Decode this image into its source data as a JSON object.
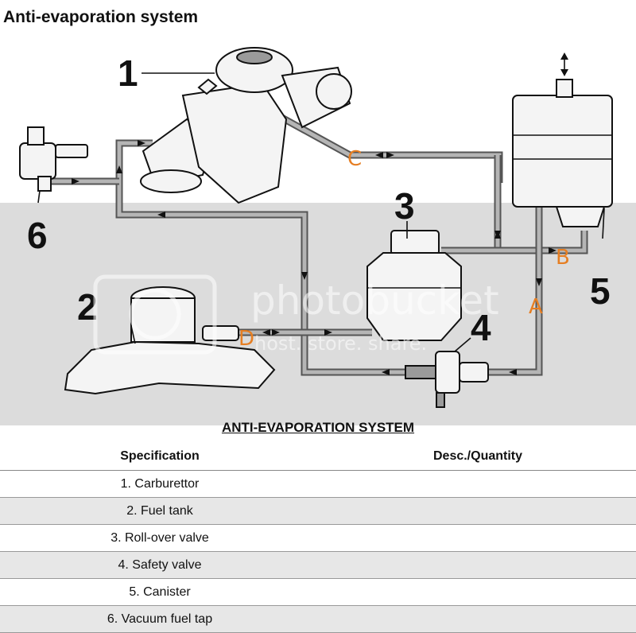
{
  "page_title": "Anti-evaporation system",
  "diagram": {
    "numbers": [
      "1",
      "2",
      "3",
      "4",
      "5",
      "6"
    ],
    "letters": [
      "A",
      "B",
      "C",
      "D"
    ],
    "watermark": [
      "photobucket",
      "host. store. share."
    ],
    "colors": {
      "pipe": "#555555",
      "letters": "#e67e22",
      "band": "#dcdcdc"
    }
  },
  "table": {
    "caption": "ANTI-EVAPORATION SYSTEM",
    "headers": [
      "Specification",
      "Desc./Quantity"
    ],
    "rows": [
      [
        "1. Carburettor",
        ""
      ],
      [
        "2. Fuel tank",
        ""
      ],
      [
        "3. Roll-over valve",
        ""
      ],
      [
        "4. Safety valve",
        ""
      ],
      [
        "5. Canister",
        ""
      ],
      [
        "6. Vacuum fuel tap",
        ""
      ]
    ]
  }
}
